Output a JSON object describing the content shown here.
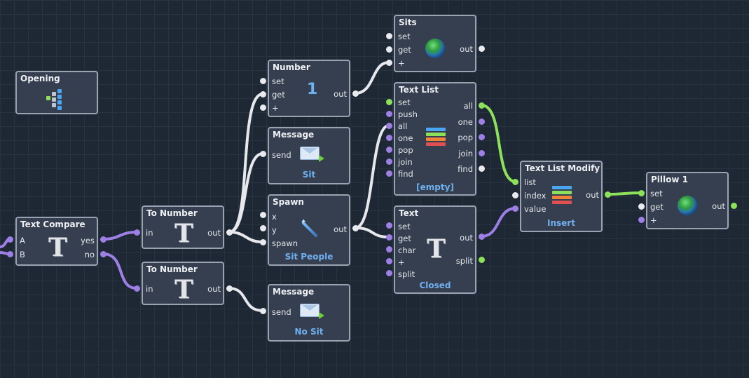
{
  "nodes": {
    "opening": {
      "title": "Opening"
    },
    "text_compare": {
      "title": "Text Compare",
      "inputs": [
        "A",
        "B"
      ],
      "outputs": [
        "yes",
        "no"
      ],
      "icon": "text-t-icon"
    },
    "to_number_1": {
      "title": "To Number",
      "inputs": [
        "in"
      ],
      "outputs": [
        "out"
      ],
      "icon": "text-t-icon"
    },
    "to_number_2": {
      "title": "To Number",
      "inputs": [
        "in"
      ],
      "outputs": [
        "out"
      ],
      "icon": "text-t-icon"
    },
    "number": {
      "title": "Number",
      "inputs": [
        "set",
        "get",
        "+"
      ],
      "outputs": [
        "out"
      ],
      "value": "1"
    },
    "message_sit": {
      "title": "Message",
      "inputs": [
        "send"
      ],
      "caption": "Sit",
      "icon": "envelope-icon"
    },
    "spawn": {
      "title": "Spawn",
      "inputs": [
        "x",
        "y",
        "spawn"
      ],
      "outputs": [
        "out"
      ],
      "caption": "Sit People",
      "icon": "wand-icon"
    },
    "message_nosit": {
      "title": "Message",
      "inputs": [
        "send"
      ],
      "caption": "No Sit",
      "icon": "envelope-icon"
    },
    "sits": {
      "title": "Sits",
      "inputs": [
        "set",
        "get",
        "+"
      ],
      "outputs": [
        "out"
      ],
      "icon": "globe-icon"
    },
    "text_list": {
      "title": "Text List",
      "inputs": [
        "set",
        "push",
        "all",
        "one",
        "pop",
        "join",
        "find"
      ],
      "outputs": [
        "all",
        "one",
        "pop",
        "join",
        "find"
      ],
      "caption": "[empty]",
      "icon": "list-icon"
    },
    "text": {
      "title": "Text",
      "inputs": [
        "set",
        "get",
        "char",
        "+",
        "split"
      ],
      "outputs": [
        "out",
        "split"
      ],
      "caption": "Closed",
      "icon": "text-t-icon"
    },
    "text_list_modify": {
      "title": "Text List Modify",
      "inputs": [
        "list",
        "index",
        "value"
      ],
      "outputs": [
        "out"
      ],
      "caption": "Insert",
      "icon": "list-icon"
    },
    "pillow": {
      "title": "Pillow 1",
      "inputs": [
        "set",
        "get",
        "+"
      ],
      "outputs": [
        "out"
      ],
      "icon": "globe-icon"
    }
  },
  "colors": {
    "background": "#1e2835",
    "node_fill": "#363f4f",
    "node_border": "#9aa3b2",
    "wire_white": "#e6e8ec",
    "wire_purple": "#9d7fe6",
    "wire_green": "#8ce05a",
    "caption_blue": "#6fb0f0"
  }
}
